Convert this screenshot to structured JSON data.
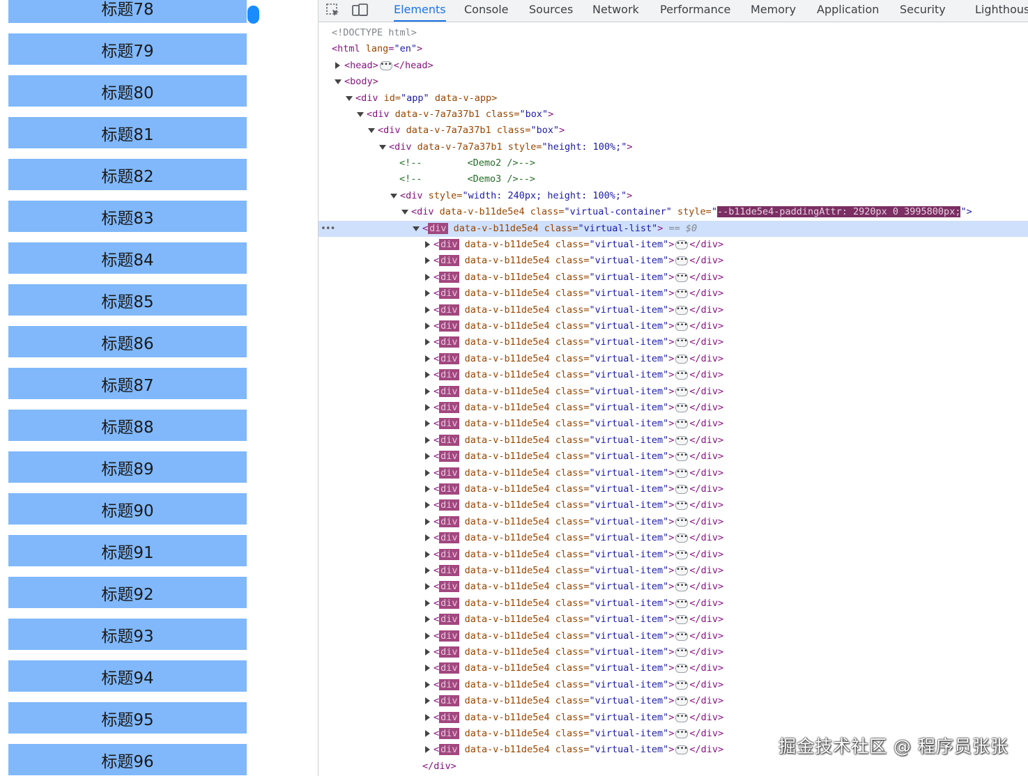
{
  "list": {
    "items": [
      "标题78",
      "标题79",
      "标题80",
      "标题81",
      "标题82",
      "标题83",
      "标题84",
      "标题85",
      "标题86",
      "标题87",
      "标题88",
      "标题89",
      "标题90",
      "标题91",
      "标题92",
      "标题93",
      "标题94",
      "标题95",
      "标题96"
    ],
    "item_color": "#80b8fb",
    "scroll_thumb_color": "#1a8cff"
  },
  "devtools": {
    "tabs": [
      {
        "label": "Elements",
        "active": true
      },
      {
        "label": "Console",
        "active": false
      },
      {
        "label": "Sources",
        "active": false
      },
      {
        "label": "Network",
        "active": false
      },
      {
        "label": "Performance",
        "active": false
      },
      {
        "label": "Memory",
        "active": false
      },
      {
        "label": "Application",
        "active": false
      },
      {
        "label": "Security",
        "active": false
      },
      {
        "label": "Lighthous",
        "active": false
      }
    ],
    "icons": [
      "inspect-element-icon",
      "device-toolbar-icon"
    ],
    "accent_color": "#1a73e8",
    "tree": {
      "doctype": "<!DOCTYPE html>",
      "html_tag": "<html",
      "html_attr": "lang",
      "html_val": "\"en\"",
      "head_open": "<head>",
      "head_close": "</head>",
      "body_open": "<body>",
      "app_div": {
        "tag": "<div",
        "attrs": "id=",
        "val": "\"app\"",
        "extra": "data-v-app>"
      },
      "box1": {
        "tag": "<div",
        "attrs": "data-v-7a7a37b1 class=",
        "val": "\"box\"",
        "close": ">"
      },
      "box2": {
        "tag": "<div",
        "attrs": "data-v-7a7a37b1 class=",
        "val": "\"box\"",
        "close": ">"
      },
      "styled_div": {
        "tag": "<div",
        "attrs": "data-v-7a7a37b1 style=",
        "val": "\"height: 100%;\"",
        "close": ">"
      },
      "comment1": "<!--        <Demo2 />-->",
      "comment2": "<!--        <Demo3 />-->",
      "size_div": {
        "tag": "<div",
        "attrs": "style=",
        "val": "\"width: 240px; height: 100%;\"",
        "close": ">"
      },
      "container": {
        "tag": "<div",
        "attrs": "data-v-b11de5e4 class=",
        "val": "\"virtual-container\"",
        "attr2": " style=",
        "val2_pre": "\"",
        "val2_hl": "--b11de5e4-paddingAttr: 2920px 0 3995800px;",
        "val2_post": "\">"
      },
      "list_div": {
        "open": "<",
        "tag": "div",
        "attrs": " data-v-b11de5e4 class=",
        "val": "\"virtual-list\"",
        "close": ">",
        "ref": "== $0"
      },
      "item_row": {
        "open": "<",
        "tag": "div",
        "attrs": " data-v-b11de5e4 class=",
        "val": "\"virtual-item\"",
        "close": ">",
        "end": "</div>",
        "ellipsis": "…"
      },
      "item_count": 32,
      "closing": "</div>"
    }
  },
  "watermark": "掘金技术社区 @ 程序员张张"
}
